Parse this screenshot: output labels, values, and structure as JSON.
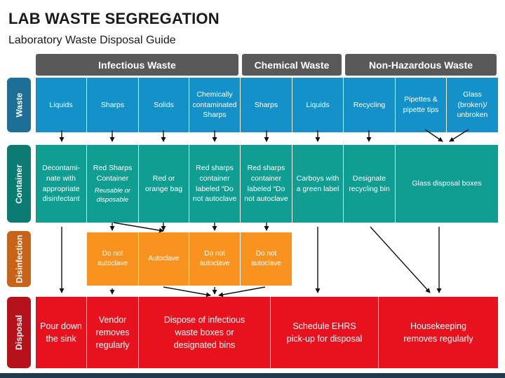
{
  "title": "LAB WASTE SEGREGATION",
  "subtitle": "Laboratory Waste Disposal Guide",
  "categories": [
    "Infectious Waste",
    "Chemical Waste",
    "Non-Hazardous Waste"
  ],
  "row_labels": [
    "Waste",
    "Container",
    "Disinfection",
    "Disposal"
  ],
  "colors": {
    "waste_row": "#1591c9",
    "container_row": "#0f9e91",
    "disinfection_row": "#f7931e",
    "disposal_row": "#e8121e",
    "waste_label": "#1d6f96",
    "container_label": "#0c7c72",
    "disinfection_label": "#c8641a",
    "disposal_label": "#b5121b",
    "category_header": "#595959"
  },
  "waste": [
    "Liquids",
    "Sharps",
    "Solids",
    "Chemically contaminated Sharps",
    "Sharps",
    "Liquids",
    "Recycling",
    "Pipettes & pipette tips",
    "Glass (broken)/ unbroken"
  ],
  "container": [
    {
      "text": "Decontami-nate with appropriate disinfectant"
    },
    {
      "text": "Red Sharps Container",
      "note": "Reusable or disposable"
    },
    {
      "text": "Red or orange bag"
    },
    {
      "text": "Red sharps container labeled “Do not autoclave"
    },
    {
      "text": "Red sharps container labeled “Do not autoclave"
    },
    {
      "text": "Carboys with a green label"
    },
    {
      "text": "Designate recycling bin"
    },
    {
      "text": "Glass disposal boxes"
    }
  ],
  "disinfection": [
    "Do not autoclave",
    "Autoclave",
    "Do not autoclave",
    "Do not autoclave"
  ],
  "disposal": [
    "Pour down the sink",
    "Vendor removes regularly",
    "Dispose of infectious waste boxes or designated bins",
    "Schedule EHRS pick-up for disposal",
    "Housekeeping removes regularly"
  ]
}
